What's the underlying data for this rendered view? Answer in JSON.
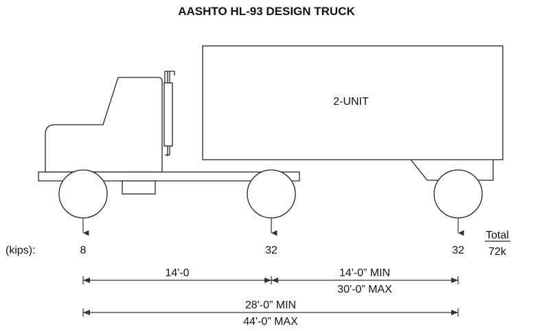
{
  "title": "AASHTO HL-93 DESIGN TRUCK",
  "trailer_label": "2-UNIT",
  "load_unit_label": "(kips):",
  "axle_loads": [
    "8",
    "32",
    "32"
  ],
  "total": {
    "header": "Total",
    "value": "72k"
  },
  "dimensions": {
    "first_spacing": "14'-0",
    "second_spacing_min": "14'-0” MIN",
    "second_spacing_max": "30'-0” MAX",
    "overall_min": "28'-0” MIN",
    "overall_max": "44'-0” MAX"
  }
}
